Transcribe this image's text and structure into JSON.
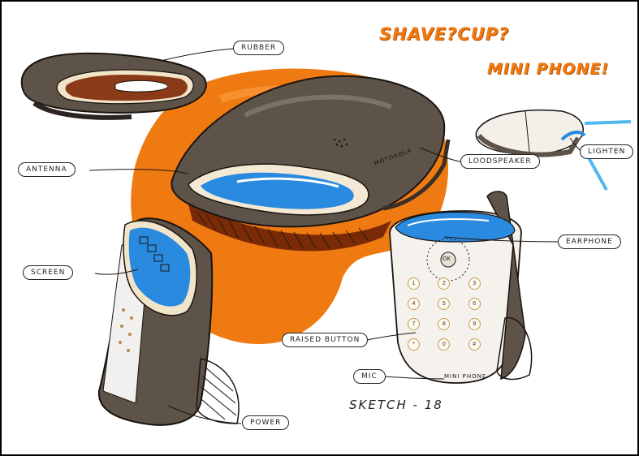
{
  "headline": {
    "line1": "SHAVE?CUP?",
    "line2": "MINI PHONE!"
  },
  "callouts": {
    "rubber": "RUBBER",
    "antenna": "ANTENNA",
    "loudspeaker": "LOODSPEAKER",
    "lighten": "LIGHTEN",
    "screen": "SCREEN",
    "earphone": "EARPHONE",
    "raised_button": "RAISED BUTTON",
    "mic": "MIC",
    "power": "POWER"
  },
  "device_text": {
    "brand": "MINI PHONE",
    "body_brand": "MOTOROLA",
    "ok": "OK"
  },
  "keypad": [
    "1",
    "2",
    "3",
    "4",
    "5",
    "6",
    "7",
    "8",
    "9",
    "*",
    "0",
    "#"
  ],
  "sketch_label": "SKETCH - 18",
  "colors": {
    "accent_orange": "#f07a12",
    "shell_brown": "#5e5348",
    "screen_blue": "#2a8ae0",
    "rubber_red": "#8a3a16"
  }
}
